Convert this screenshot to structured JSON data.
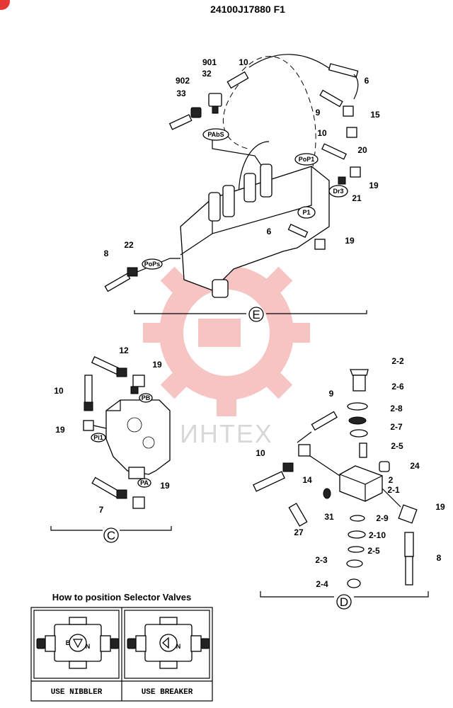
{
  "header": {
    "title": "24100J17880 F1"
  },
  "watermark": {
    "text": "ИНТЕХ",
    "logo": "gear-logo-icon",
    "color": "#f4b8b8"
  },
  "sections": {
    "E": "E",
    "C": "C",
    "D": "D"
  },
  "tags": {
    "pabs": "PAbS",
    "pop1": "PoP1",
    "dr3": "Dr3",
    "p1": "P1",
    "pops": "PoPs",
    "pb": "PB",
    "pi1": "Pi1",
    "pa": "PA"
  },
  "labels_e": {
    "l901": "901",
    "l32": "32",
    "l902": "902",
    "l33": "33",
    "l10a": "10",
    "l6a": "6",
    "l9": "9",
    "l15": "15",
    "l10b": "10",
    "l20": "20",
    "l19a": "19",
    "l21": "21",
    "l6b": "6",
    "l19b": "19",
    "l8": "8",
    "l22": "22"
  },
  "labels_c": {
    "l12": "12",
    "l19a": "19",
    "l10": "10",
    "l19b": "19",
    "l19c": "19",
    "l7": "7"
  },
  "labels_d": {
    "l2_2": "2-2",
    "l2_6": "2-6",
    "l9": "9",
    "l2_8": "2-8",
    "l2_7": "2-7",
    "l2_5a": "2-5",
    "l10": "10",
    "l24": "24",
    "l14": "14",
    "l2": "2",
    "l2_1": "2-1",
    "l19": "19",
    "l31": "31",
    "l27": "27",
    "l2_9": "2-9",
    "l2_10": "2-10",
    "l2_5b": "2-5",
    "l8": "8",
    "l2_3": "2-3",
    "l2_4": "2-4"
  },
  "howto": {
    "title": "How to position Selector Valves",
    "left_caption": "USE NIBBLER",
    "right_caption": "USE BREAKER",
    "left_marks": [
      "B",
      "N"
    ],
    "right_marks": [
      "N"
    ]
  }
}
